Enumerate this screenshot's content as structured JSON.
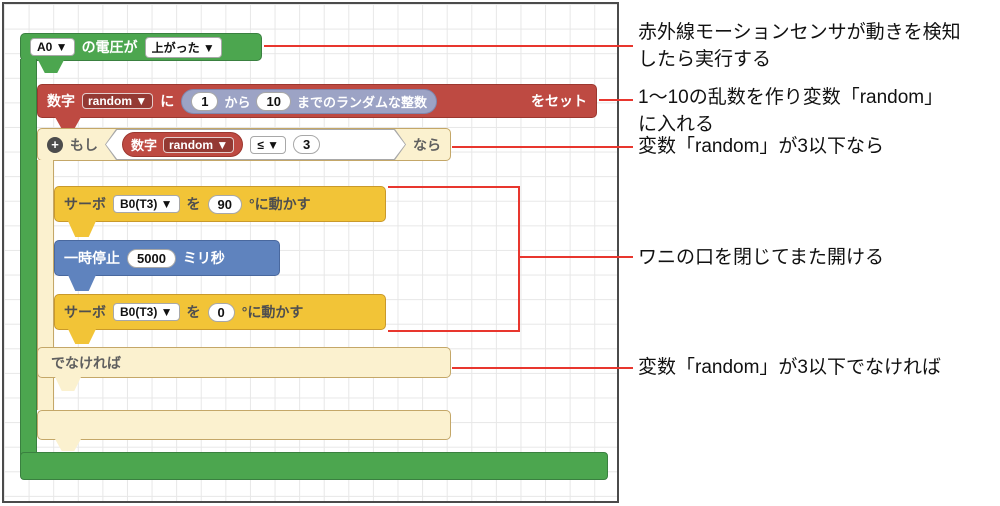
{
  "colors": {
    "event_green": "#4CA64F",
    "set_red": "#BE4A42",
    "random_purple": "#9CA3C5",
    "control_cream": "#FBF1CF",
    "servo_yellow": "#F2C437",
    "pause_blue": "#5F83BE",
    "annotation_line_red": "#E8362E"
  },
  "editor": {
    "event_block": {
      "pin_dropdown": "A0 ▼",
      "label": "の電圧が",
      "edge_dropdown": "上がった ▼"
    },
    "set_block": {
      "type_label": "数字",
      "var_dropdown": "random ▼",
      "particle": "に",
      "random_value": {
        "min": "1",
        "from_label": "から",
        "max": "10",
        "suffix_label": "までのランダムな整数"
      },
      "set_label": "をセット"
    },
    "if_block": {
      "mutator_icon_label": "+",
      "if_label": "もし",
      "condition": {
        "var_type_label": "数字",
        "var_dropdown": "random ▼",
        "operator_dropdown": "≤ ▼",
        "value": "3"
      },
      "then_label": "なら",
      "else_label": "でなければ"
    },
    "servo_close_block": {
      "label": "サーボ",
      "port_dropdown": "B0(T3) ▼",
      "particle": "を",
      "angle": "90",
      "suffix": "°に動かす"
    },
    "pause_block": {
      "label": "一時停止",
      "duration": "5000",
      "unit": "ミリ秒"
    },
    "servo_open_block": {
      "label": "サーボ",
      "port_dropdown": "B0(T3) ▼",
      "particle": "を",
      "angle": "0",
      "suffix": "°に動かす"
    }
  },
  "annotations": {
    "event": {
      "lines": [
        "赤外線モーションセンサが動きを検知",
        "したら実行する"
      ]
    },
    "random": {
      "lines": [
        "1〜10の乱数を作り変数「random」",
        "に入れる"
      ]
    },
    "condition": {
      "lines": [
        "変数「random」が3以下なら"
      ]
    },
    "servo_group": {
      "lines": [
        "ワニの口を閉じてまた開ける"
      ]
    },
    "else_branch": {
      "lines": [
        "変数「random」が3以下でなければ"
      ]
    }
  }
}
